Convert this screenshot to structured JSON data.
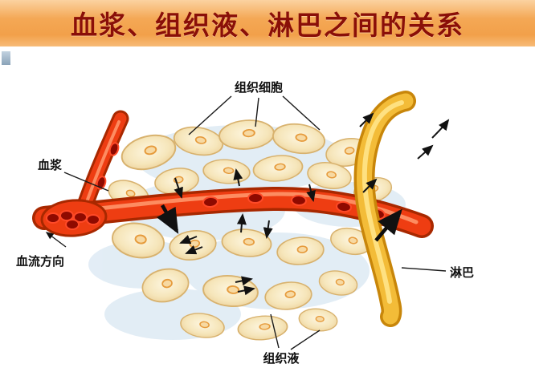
{
  "slide": {
    "title": "血浆、组织液、淋巴之间的关系"
  },
  "diagram": {
    "labels": {
      "tissue_cells": "组织细胞",
      "plasma": "血浆",
      "blood_flow_direction": "血流方向",
      "lymph": "淋巴",
      "tissue_fluid": "组织液"
    },
    "colors": {
      "title_red": "#8a0f08",
      "header_orange": "#f2a04a",
      "vessel_red": "#ee3d12",
      "vessel_dark_red": "#a82800",
      "rbc_dark": "#8f0a00",
      "lymph_yellow": "#f3bc38",
      "lymph_dark": "#c8860a",
      "cell_tan": "#e9c98e",
      "cell_cream": "#fdf6e0",
      "interstitial_blue": "#d7e6f2"
    }
  }
}
